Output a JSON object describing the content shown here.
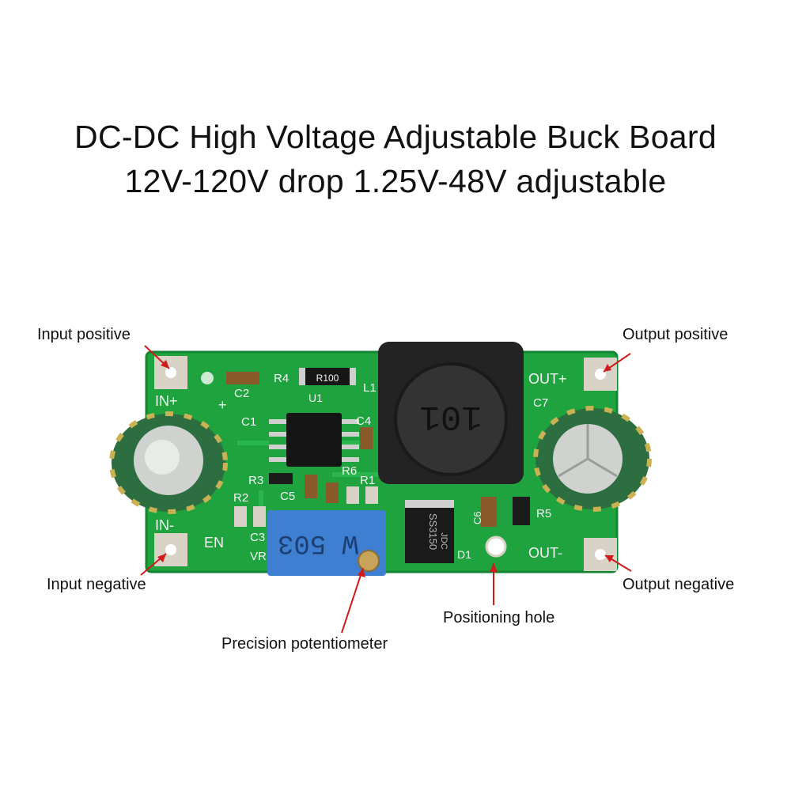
{
  "title_line1": "DC-DC High Voltage Adjustable Buck Board",
  "title_line2": "12V-120V drop 1.25V-48V adjustable",
  "callouts": {
    "input_positive": "Input positive",
    "input_negative": "Input negative",
    "output_positive": "Output positive",
    "output_negative": "Output negative",
    "precision_potentiometer": "Precision potentiometer",
    "positioning_hole": "Positioning hole"
  },
  "silkscreen": {
    "in_plus": "IN+",
    "in_minus": "IN-",
    "out_plus": "OUT+",
    "out_minus": "OUT-",
    "en": "EN",
    "vr": "VR",
    "c1": "C1",
    "c2": "C2",
    "c3": "C3",
    "c4": "C4",
    "c5": "C5",
    "c6": "C6",
    "c7": "C7",
    "r1": "R1",
    "r2": "R2",
    "r3": "R3",
    "r4": "R4",
    "r5": "R5",
    "r6": "R6",
    "u1": "U1",
    "l1": "L1",
    "d1": "D1",
    "plus": "+"
  },
  "component_marks": {
    "inductor": "101",
    "potentiometer": "W 503",
    "diode": "SS3150",
    "diode_sub": "JDC",
    "resistor_r4": "R100"
  },
  "colors": {
    "pcb": "#1fa33f",
    "arrow": "#d11a1a",
    "pot_body": "#3f7fd1"
  }
}
